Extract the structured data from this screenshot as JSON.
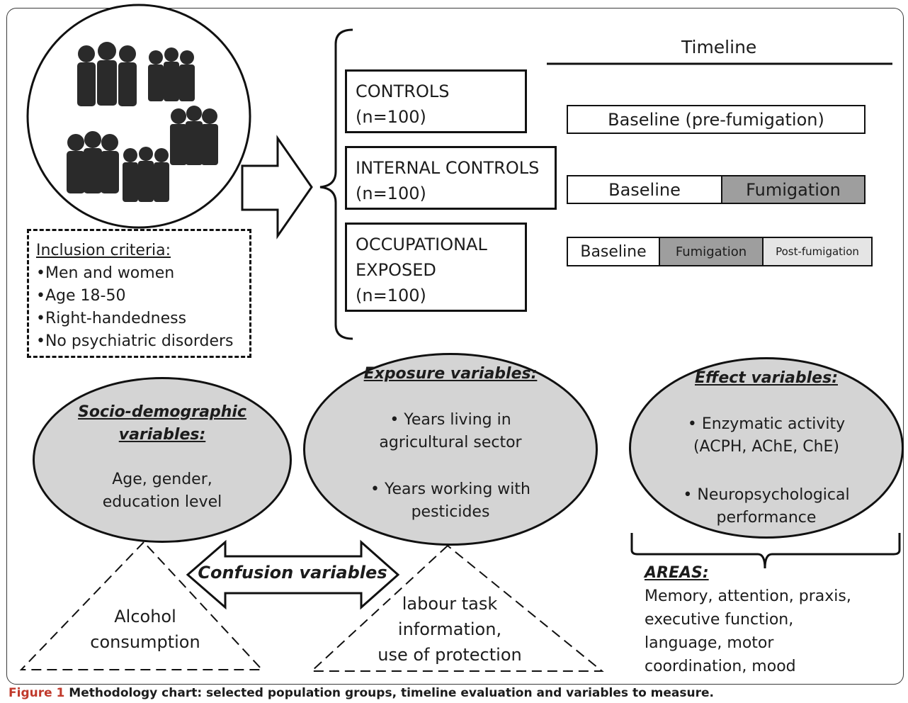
{
  "groups": [
    {
      "line1": "CONTROLS",
      "line2": "(n=100)"
    },
    {
      "line1": "INTERNAL CONTROLS",
      "line2": "(n=100)"
    },
    {
      "line1": "OCCUPATIONAL",
      "line2": "EXPOSED",
      "line3": "(n=100)"
    }
  ],
  "inclusion": {
    "title": "Inclusion criteria:",
    "items": [
      "•Men and women",
      "•Age  18-50",
      "•Right-handedness",
      "•No psychiatric disorders"
    ]
  },
  "timeline": {
    "title": "Timeline",
    "row1": [
      "Baseline (pre-fumigation)"
    ],
    "row2": [
      "Baseline",
      "Fumigation"
    ],
    "row3": [
      "Baseline",
      "Fumigation",
      "Post-fumigation"
    ]
  },
  "sociodemographic": {
    "title_line1": "Socio-demographic",
    "title_line2": "variables:",
    "text_line1": "Age, gender,",
    "text_line2": "education level"
  },
  "exposure": {
    "title": "Exposure variables:",
    "items": [
      "• Years living in",
      "agricultural sector",
      "• Years working with",
      "pesticides"
    ]
  },
  "effect": {
    "title": "Effect variables:",
    "items": [
      "• Enzymatic activity",
      "(ACPH, AChE, ChE)",
      "• Neuropsychological",
      "performance"
    ]
  },
  "confusion": {
    "label": "Confusion variables"
  },
  "confounders": {
    "left_line1": "Alcohol",
    "left_line2": "consumption",
    "right_line1": "labour task",
    "right_line2": "information,",
    "right_line3": "use of protection"
  },
  "areas": {
    "title": "AREAS:",
    "lines": [
      "Memory, attention, praxis,",
      "executive function,",
      "language, motor",
      "coordination, mood"
    ]
  },
  "caption": {
    "label": "Figure 1",
    "text": "Methodology chart: selected population groups, timeline evaluation and variables to measure."
  },
  "colors": {
    "grey_fill": "#9e9e9e",
    "light_fill": "#e5e5e5",
    "ellipse_fill": "#d4d4d4",
    "caption_label": "#c0392b"
  },
  "icons": [
    "people-group-icon",
    "right-arrow-icon",
    "double-arrow-icon"
  ]
}
